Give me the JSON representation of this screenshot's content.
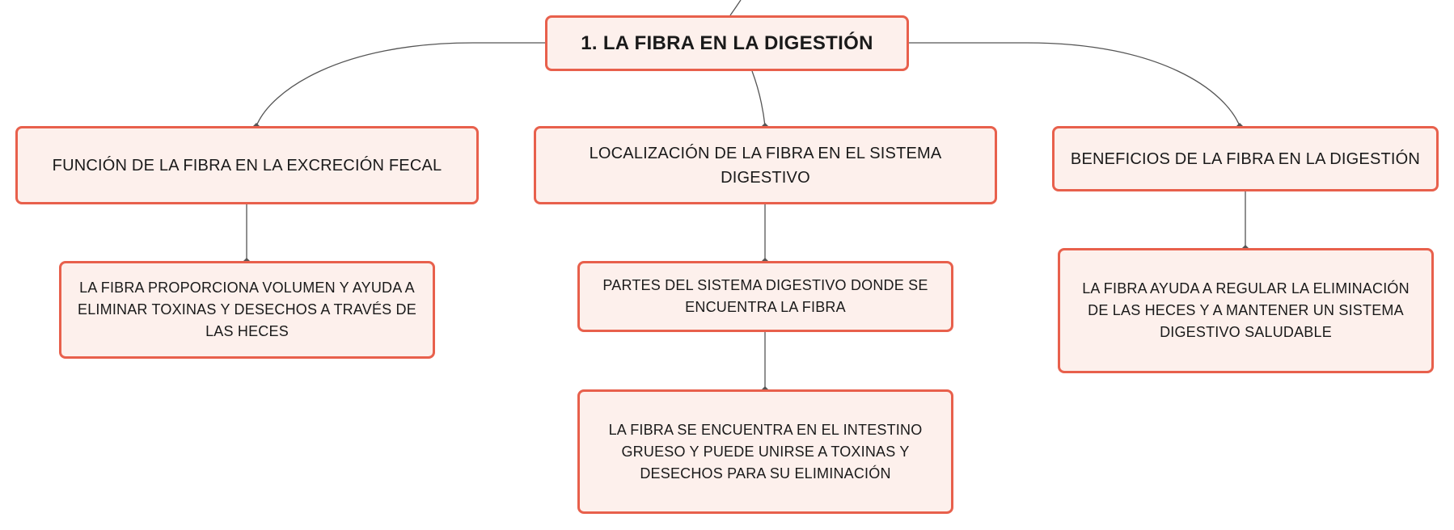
{
  "colors": {
    "node_border": "#e8604c",
    "node_fill": "#fdf0ec",
    "connector": "#555555",
    "text": "#1a1a1a"
  },
  "root": {
    "label": "1. LA FIBRA EN LA DIGESTIÓN"
  },
  "branches": [
    {
      "label": "FUNCIÓN DE LA FIBRA EN LA EXCRECIÓN FECAL",
      "children": [
        {
          "label": "LA FIBRA PROPORCIONA VOLUMEN Y AYUDA A ELIMINAR TOXINAS Y DESECHOS A TRAVÉS DE LAS HECES"
        }
      ]
    },
    {
      "label": "LOCALIZACIÓN DE LA FIBRA EN EL SISTEMA DIGESTIVO",
      "children": [
        {
          "label": "PARTES DEL SISTEMA DIGESTIVO DONDE SE ENCUENTRA LA FIBRA",
          "children": [
            {
              "label": "LA FIBRA SE ENCUENTRA EN EL INTESTINO GRUESO Y PUEDE UNIRSE A TOXINAS Y DESECHOS PARA SU ELIMINACIÓN"
            }
          ]
        }
      ]
    },
    {
      "label": "BENEFICIOS DE LA FIBRA EN LA DIGESTIÓN",
      "children": [
        {
          "label": "LA FIBRA AYUDA A REGULAR LA ELIMINACIÓN DE LAS HECES Y A MANTENER UN SISTEMA DIGESTIVO SALUDABLE"
        }
      ]
    }
  ]
}
